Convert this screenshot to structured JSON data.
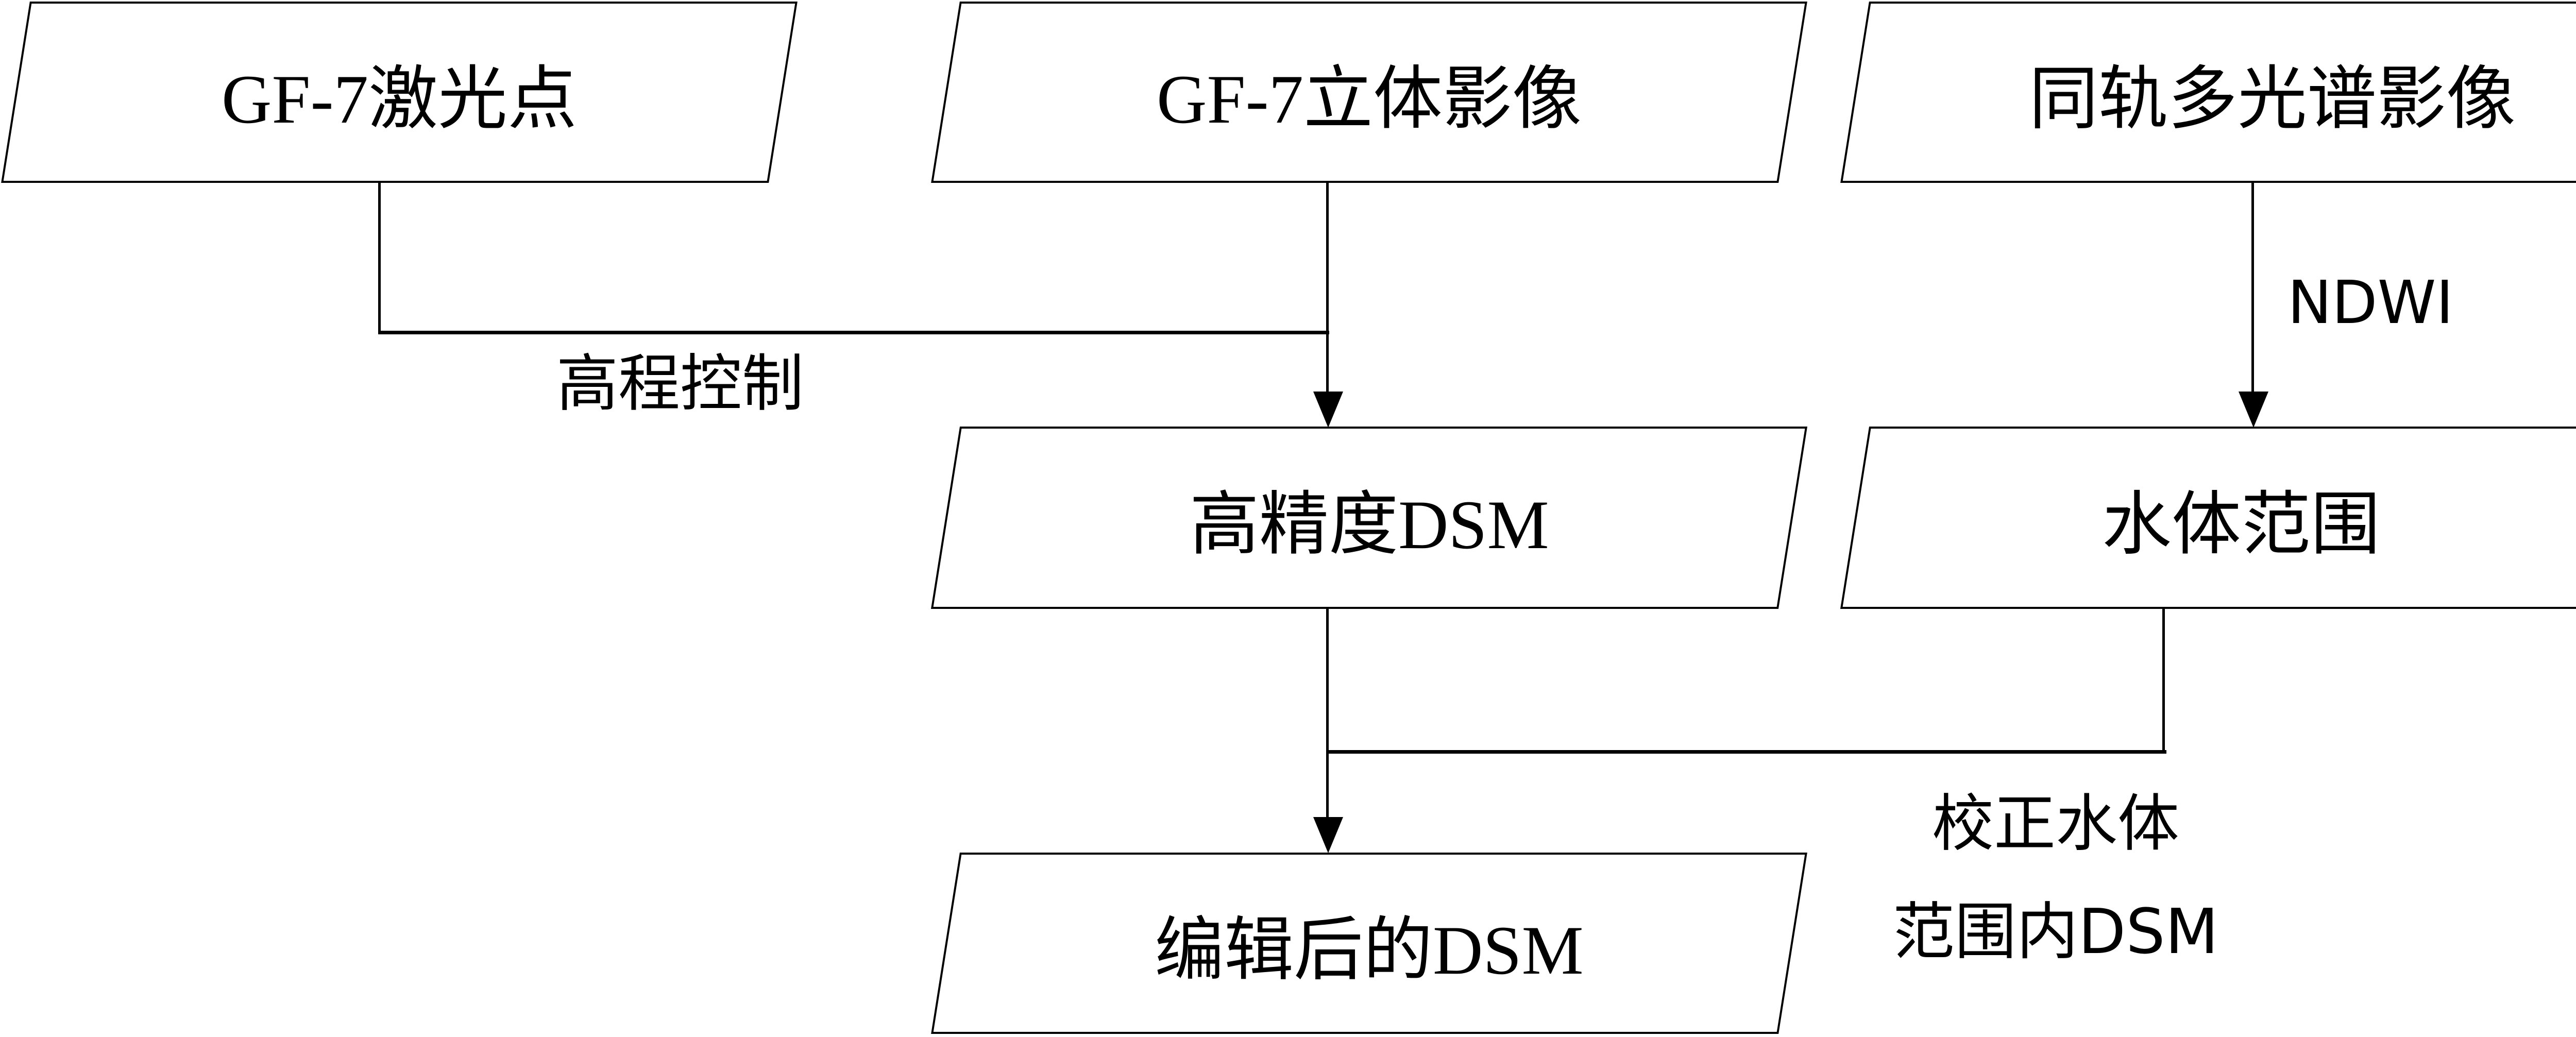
{
  "diagram": {
    "type": "flowchart",
    "background_color": "#ffffff",
    "stroke_color": "#000000",
    "text_color": "#000000",
    "nodes": [
      {
        "id": "gf7-laser-points",
        "shape": "parallelogram",
        "label": "GF-7激光点"
      },
      {
        "id": "gf7-stereo-imagery",
        "shape": "parallelogram",
        "label": "GF-7立体影像"
      },
      {
        "id": "coorbital-multispectral-imagery",
        "shape": "parallelogram",
        "label": "同轨多光谱影像"
      },
      {
        "id": "high-precision-dsm",
        "shape": "parallelogram",
        "label": "高精度DSM"
      },
      {
        "id": "water-body-extent",
        "shape": "parallelogram",
        "label": "水体范围"
      },
      {
        "id": "edited-dsm",
        "shape": "parallelogram",
        "label": "编辑后的DSM"
      }
    ],
    "edges": [
      {
        "from": "gf7-laser-points",
        "to": "high-precision-dsm",
        "label": "高程控制"
      },
      {
        "from": "gf7-stereo-imagery",
        "to": "high-precision-dsm",
        "label": ""
      },
      {
        "from": "coorbital-multispectral-imagery",
        "to": "water-body-extent",
        "label": "NDWI"
      },
      {
        "from": "high-precision-dsm",
        "to": "edited-dsm",
        "label": ""
      },
      {
        "from": "water-body-extent",
        "to": "edited-dsm",
        "label_line1": "校正水体",
        "label_line2": "范围内DSM"
      }
    ]
  }
}
